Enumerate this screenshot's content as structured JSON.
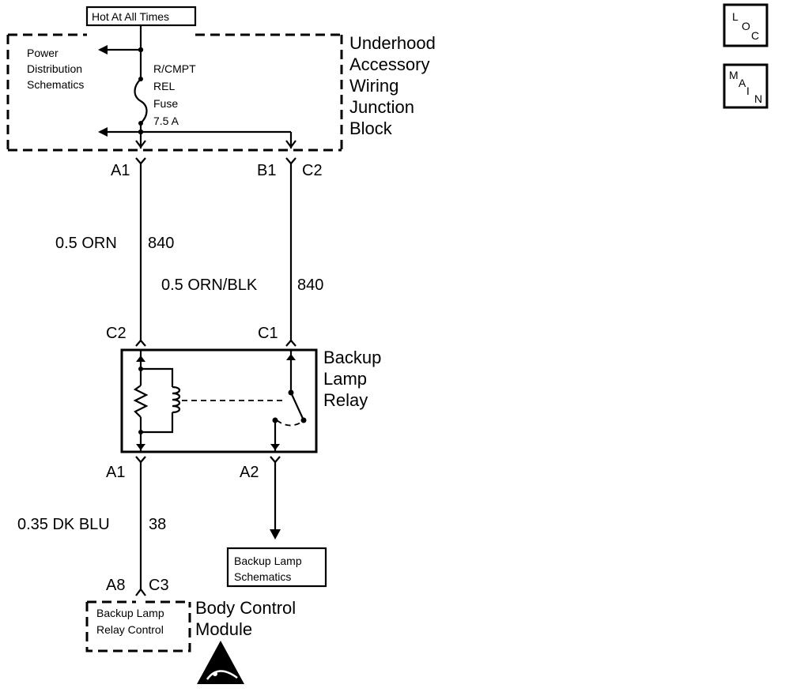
{
  "header": {
    "hot_label": "Hot At All Times"
  },
  "nav": {
    "loc": [
      "L",
      "O",
      "C"
    ],
    "main": [
      "M",
      "A",
      "I",
      "N"
    ]
  },
  "junction_block": {
    "name_lines": [
      "Underhood",
      "Accessory",
      "Wiring",
      "Junction",
      "Block"
    ],
    "power_dist_lines": [
      "Power",
      "Distribution",
      "Schematics"
    ],
    "fuse_lines": [
      "R/CMPT",
      "REL",
      "Fuse",
      "7.5 A"
    ]
  },
  "connectors": {
    "jb_a1": "A1",
    "jb_b1": "B1",
    "jb_c2": "C2",
    "relay_c2": "C2",
    "relay_c1": "C1",
    "relay_a1": "A1",
    "relay_a2": "A2",
    "bcm_a8": "A8",
    "bcm_c3": "C3"
  },
  "wires": {
    "w1_color": "0.5 ORN",
    "w1_circuit": "840",
    "w2_color": "0.5 ORN/BLK",
    "w2_circuit": "840",
    "w3_color": "0.35 DK BLU",
    "w3_circuit": "38"
  },
  "relay": {
    "name_lines": [
      "Backup",
      "Lamp",
      "Relay"
    ]
  },
  "backup_lamp_ref": {
    "lines": [
      "Backup Lamp",
      "Schematics"
    ]
  },
  "bcm": {
    "name_lines": [
      "Body Control",
      "Module"
    ],
    "inner_lines": [
      "Backup Lamp",
      "Relay Control"
    ]
  }
}
